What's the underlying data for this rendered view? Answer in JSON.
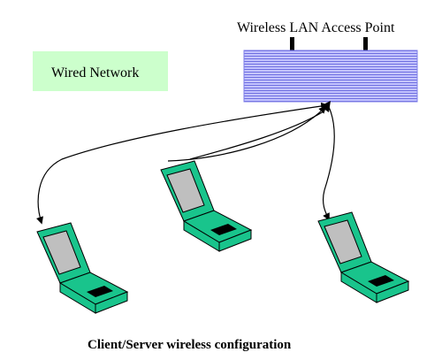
{
  "access_point": {
    "label": "Wireless LAN Access Point"
  },
  "wired_network": {
    "label": "Wired Network"
  },
  "caption": "Client/Server wireless configuration",
  "colors": {
    "wired_box_fill": "#ccffcc",
    "ap_fill": "#c4c4ff",
    "ap_stripe": "#6f6fe0",
    "laptop_green": "#19c48c",
    "laptop_screen": "#bfbfbf",
    "laptop_keypad": "#000000",
    "line": "#000000"
  },
  "icons": [
    "access-point-icon",
    "laptop-icon",
    "antenna-icon",
    "arrowhead-icon"
  ],
  "clients": [
    {
      "name": "laptop-left"
    },
    {
      "name": "laptop-center"
    },
    {
      "name": "laptop-right"
    }
  ]
}
